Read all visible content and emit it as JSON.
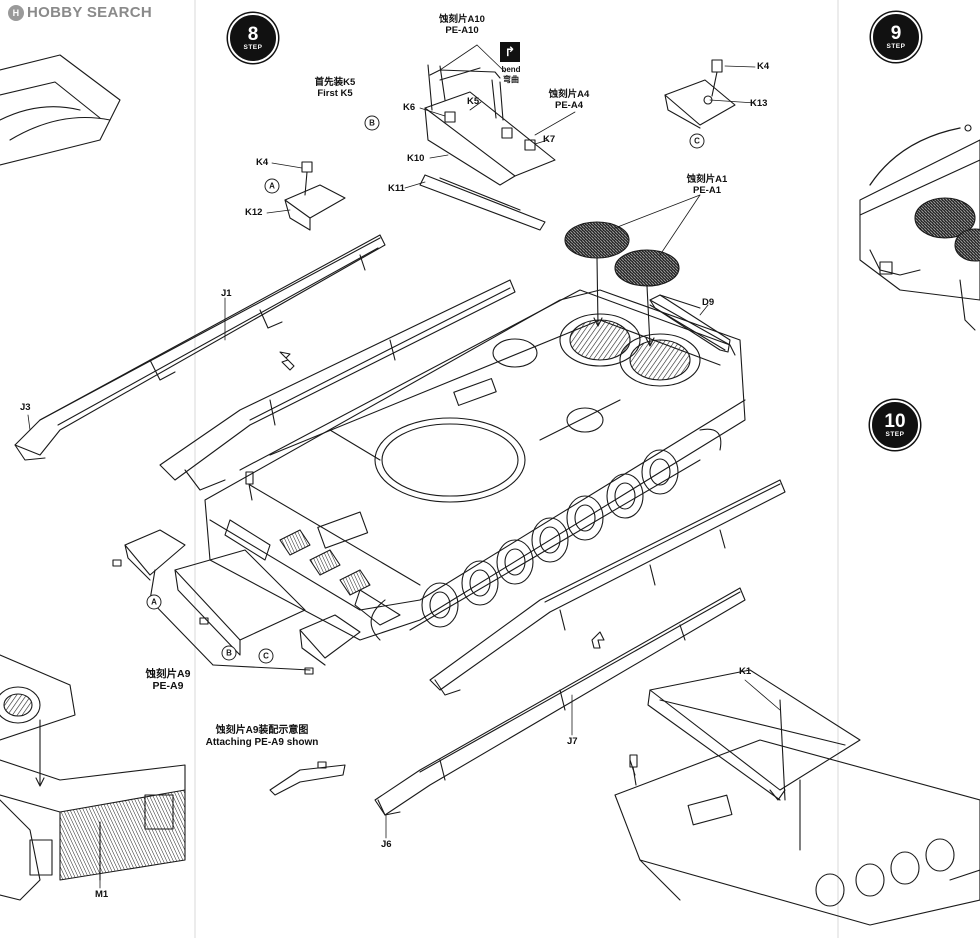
{
  "watermark": {
    "logo_text": "H",
    "text": "HOBBY SEARCH"
  },
  "steps": [
    {
      "id": "step-8",
      "number": "8",
      "word": "STEP"
    },
    {
      "id": "step-9",
      "number": "9",
      "word": "STEP"
    },
    {
      "id": "step-10",
      "number": "10",
      "word": "STEP"
    }
  ],
  "bend": {
    "icon": "bend-icon",
    "label_en": "bend",
    "label_cn": "弯曲"
  },
  "callouts": {
    "pe_a10": {
      "cn": "蚀刻片A10",
      "code": "PE-A10"
    },
    "pe_a4": {
      "cn": "蚀刻片A4",
      "code": "PE-A4"
    },
    "pe_a1": {
      "cn": "蚀刻片A1",
      "code": "PE-A1"
    },
    "pe_a9": {
      "cn": "蚀刻片A9",
      "code": "PE-A9"
    },
    "first_k5": {
      "cn": "首先装K5",
      "en": "First K5"
    },
    "attach_a9": {
      "cn": "蚀刻片A9装配示意图",
      "en": "Attaching PE-A9  shown"
    }
  },
  "parts": {
    "k4_top": "K4",
    "k13": "K13",
    "k6": "K6",
    "k5": "K5",
    "k7": "K7",
    "k10": "K10",
    "k11": "K11",
    "k4_left": "K4",
    "k12": "K12",
    "j1": "J1",
    "j3": "J3",
    "d9": "D9",
    "k1": "K1",
    "j7": "J7",
    "j6": "J6",
    "m1": "M1"
  },
  "circles": {
    "a1": "A",
    "b1": "B",
    "c1": "C",
    "a2": "A",
    "b2": "B",
    "c2": "C"
  },
  "colors": {
    "ink": "#1a1a1a",
    "paper": "#ffffff",
    "watermark": "#8a8a8a"
  }
}
